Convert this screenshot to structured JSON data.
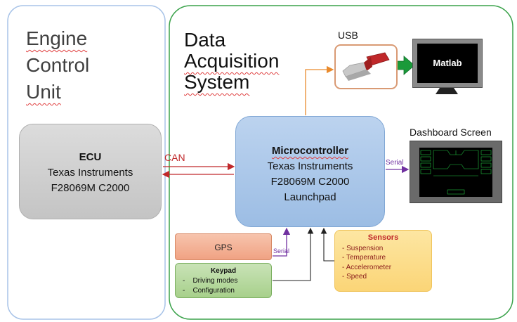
{
  "ecu_region": {
    "label_lines": [
      "Engine",
      "Control",
      "Unit"
    ]
  },
  "daq_region": {
    "label_lines": [
      "Data",
      "Acquisition",
      "System"
    ]
  },
  "ecu_box": {
    "title": "ECU",
    "lines": [
      "Texas Instruments",
      "F28069M C2000"
    ]
  },
  "microcontroller": {
    "title": "Microcontroller",
    "lines": [
      "Texas Instruments",
      "F28069M C2000",
      "Launchpad"
    ]
  },
  "can_label": "CAN",
  "usb_label": "USB",
  "matlab_label": "Matlab",
  "dashboard_label": "Dashboard Screen",
  "serial_dashboard_label": "Serial",
  "gps_box": {
    "label": "GPS"
  },
  "serial_gps_label": "Serial",
  "keypad_box": {
    "title": "Keypad",
    "items": [
      "Driving modes",
      "Configuration"
    ]
  },
  "sensors_box": {
    "title": "Sensors",
    "items": [
      "Suspension",
      "Temperature",
      "Accelerometer",
      "Speed"
    ]
  },
  "colors": {
    "region_ecu_border": "#a9c4e8",
    "region_daq_border": "#3aa24a",
    "can_arrow": "#c0282a",
    "usb_arrow": "#e98a2c",
    "serial_arrow": "#7030a0",
    "matlab_arrow": "#1a9a3a"
  }
}
